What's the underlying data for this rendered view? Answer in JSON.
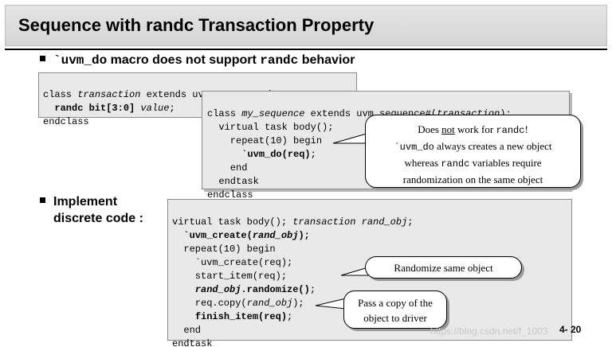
{
  "slide": {
    "title": "Sequence with randc Transaction Property",
    "page_number": "4- 20",
    "watermark": "https://blog.csdn.net/f_1003"
  },
  "bullet1": {
    "code": "`uvm_do",
    "text_mid": " macro does not support ",
    "code2": "randc",
    "text_end": " behavior"
  },
  "bullet2": {
    "line1": "Implement",
    "line2": "discrete code :"
  },
  "code_transaction": {
    "l1a": "class ",
    "l1b": "transaction",
    "l1c": " extends uvm_sequence_item;",
    "l2a": "  randc bit[3:0] ",
    "l2b": "value",
    "l2c": ";",
    "l3": "endclass"
  },
  "code_sequence": {
    "l1a": "class ",
    "l1b": "my_sequence",
    "l1c": " extends uvm_sequence#(",
    "l1d": "transaction",
    "l1e": ");",
    "l2": "  virtual task body();",
    "l3": "    repeat(10) begin",
    "l4a": "      ",
    "l4b": "`uvm_do(req)",
    "l4c": ";",
    "l5": "    end",
    "l6": "  endtask",
    "l7": "endclass"
  },
  "code_discrete": {
    "l1a": "virtual task body(); ",
    "l1b": "transaction rand_obj",
    "l1c": ";",
    "l2a": "  ",
    "l2b": "`uvm_create(",
    "l2c": "rand_obj",
    "l2d": ");",
    "l3": "  repeat(10) begin",
    "l4": "    `uvm_create(req);",
    "l5": "    start_item(req);",
    "l6a": "    ",
    "l6b": "rand_obj",
    "l6c": ".randomize()",
    "l6d": ";",
    "l7a": "    req.copy(",
    "l7b": "rand_obj",
    "l7c": ");",
    "l8a": "    ",
    "l8b": "finish_item(req)",
    "l8c": ";",
    "l9": "  end",
    "l10": "endtask"
  },
  "callout_notwork": {
    "l1a": "Does ",
    "l1b": "not",
    "l1c": " work for ",
    "l1d": "randc",
    "l1e": "!",
    "l2a": "`uvm_do",
    "l2b": " always creates a new object",
    "l3a": "whereas ",
    "l3b": "randc",
    "l3c": " variables require",
    "l4": "randomization on the same object"
  },
  "callout_randomize": {
    "text": "Randomize same object"
  },
  "callout_copy": {
    "l1": "Pass a copy of the",
    "l2": "object to driver"
  }
}
